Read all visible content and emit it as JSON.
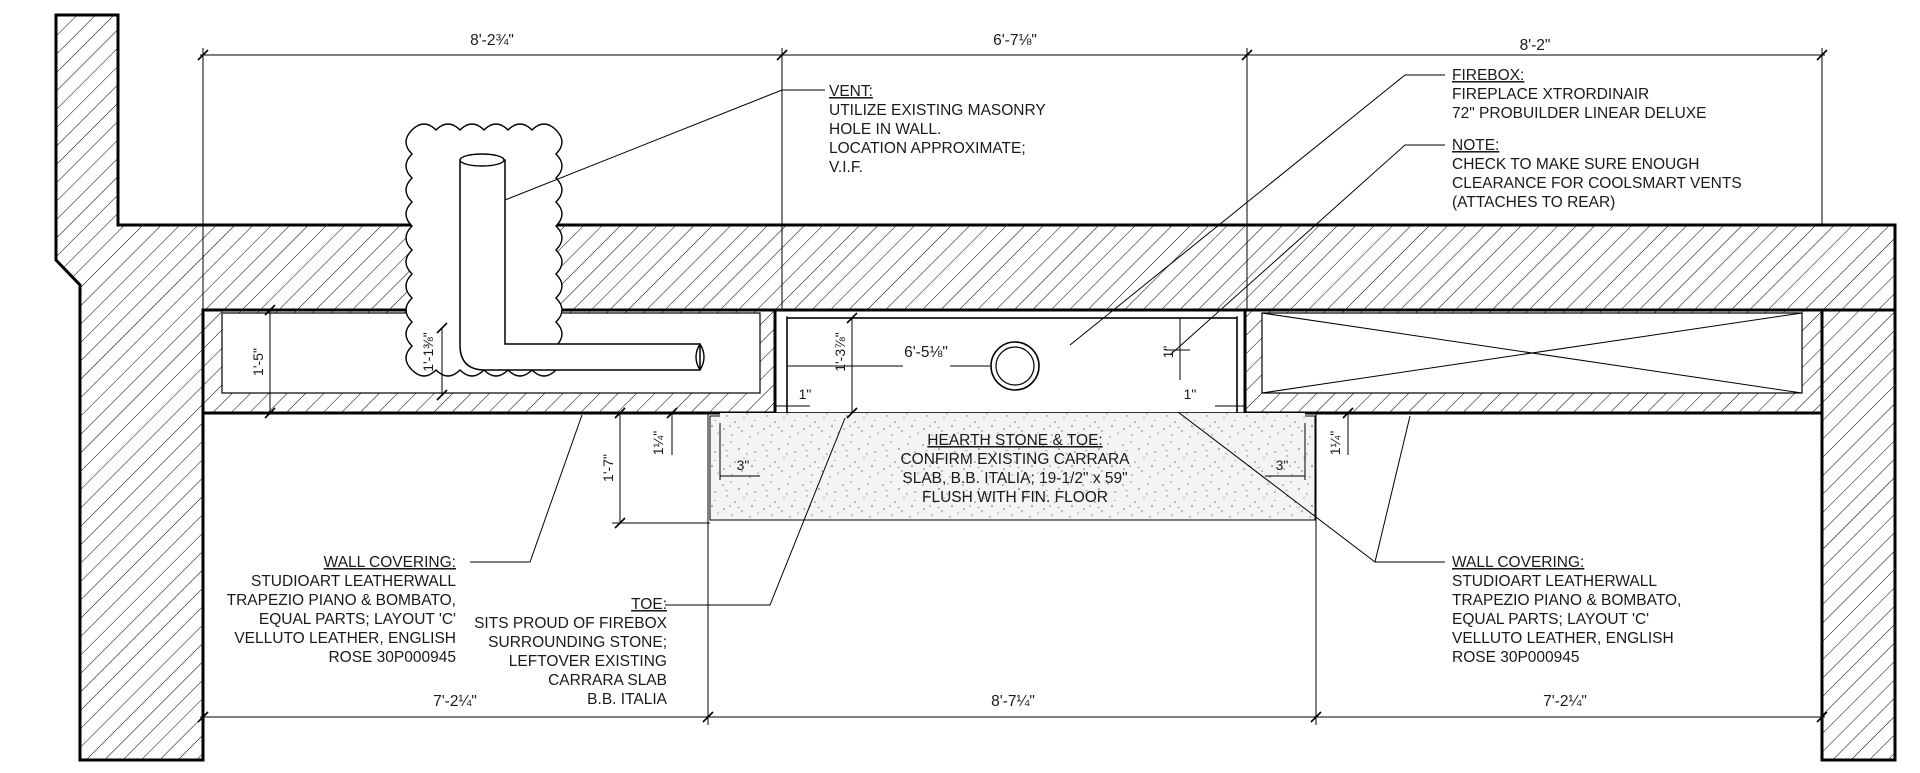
{
  "dimensions": {
    "top_left": "8'-2¾\"",
    "top_mid": "6'-7⅛\"",
    "top_right": "8'-2\"",
    "bottom_left": "7'-2¼\"",
    "bottom_mid": "8'-7¼\"",
    "bottom_right": "7'-2¼\"",
    "left_cavity_depth": "1'-5\"",
    "vent_depth": "1'-1⅜\"",
    "firebox_depth": "1'-3⅞\"",
    "firebox_width": "6'-5⅛\"",
    "gap_right": "1\"",
    "side_left": "1\"",
    "side_right": "1\"",
    "hearth_left_offset": "1¼\"",
    "hearth_right_offset": "1¼\"",
    "hearth_depth": "1'-7\"",
    "toe_left": "3\"",
    "toe_right": "3\""
  },
  "notes": {
    "vent": {
      "title": "VENT:",
      "lines": [
        "UTILIZE EXISTING MASONRY",
        "HOLE IN WALL.",
        "LOCATION APPROXIMATE;",
        "V.I.F."
      ]
    },
    "firebox": {
      "title": "FIREBOX:",
      "lines": [
        "FIREPLACE XTRORDINAIR",
        "72\" PROBUILDER LINEAR DELUXE"
      ]
    },
    "note": {
      "title": "NOTE:",
      "lines": [
        "CHECK TO MAKE SURE ENOUGH",
        "CLEARANCE FOR COOLSMART VENTS",
        "(ATTACHES TO REAR)"
      ]
    },
    "hearth": {
      "title": "HEARTH STONE & TOE:",
      "lines": [
        "CONFIRM EXISTING CARRARA",
        "SLAB, B.B. ITALIA; 19-1/2\" x 59\"",
        "FLUSH WITH FIN. FLOOR"
      ]
    },
    "wall_left": {
      "title": "WALL COVERING:",
      "lines": [
        "STUDIOART LEATHERWALL",
        "TRAPEZIO PIANO & BOMBATO,",
        "EQUAL PARTS; LAYOUT 'C'",
        "VELLUTO LEATHER, ENGLISH",
        "ROSE 30P000945"
      ]
    },
    "wall_right": {
      "title": "WALL COVERING:",
      "lines": [
        "STUDIOART LEATHERWALL",
        "TRAPEZIO PIANO & BOMBATO,",
        "EQUAL PARTS; LAYOUT 'C'",
        "VELLUTO LEATHER, ENGLISH",
        "ROSE 30P000945"
      ]
    },
    "toe": {
      "title": "TOE:",
      "lines": [
        "SITS PROUD OF FIREBOX",
        "SURROUNDING STONE;",
        "LEFTOVER EXISTING",
        "CARRARA SLAB",
        "B.B. ITALIA"
      ]
    }
  }
}
